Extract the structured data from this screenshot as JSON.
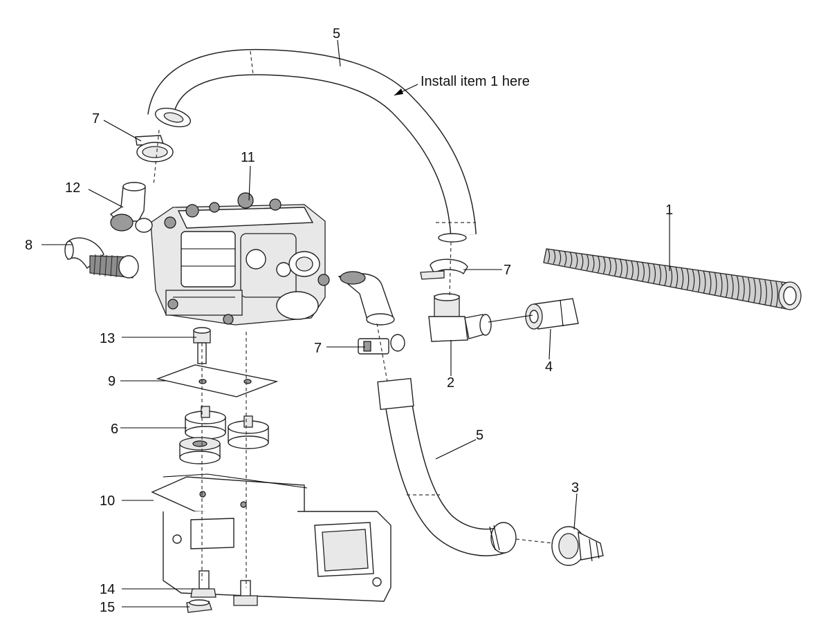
{
  "callouts": {
    "c1": "1",
    "c2": "2",
    "c3": "3",
    "c4": "4",
    "c5_top": "5",
    "c5_bottom": "5",
    "c6": "6",
    "c7_top_left": "7",
    "c7_right": "7",
    "c7_middle": "7",
    "c8": "8",
    "c9": "9",
    "c10": "10",
    "c11": "11",
    "c12": "12",
    "c13": "13",
    "c14": "14",
    "c15": "15"
  },
  "note": "Install item 1 here"
}
